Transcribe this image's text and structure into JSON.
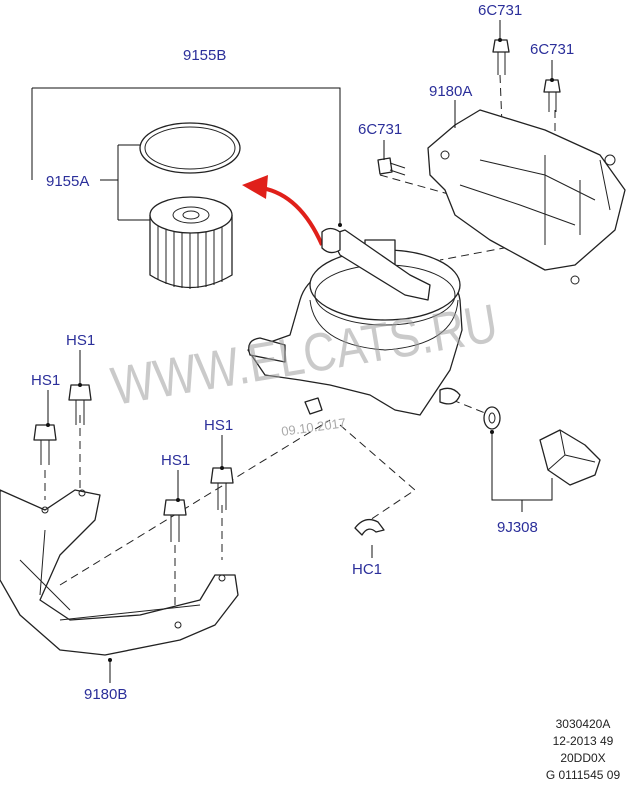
{
  "callouts": {
    "filter_assembly": "9155B",
    "filter_element": "9155A",
    "bracket_upper": "9180A",
    "bolt_top_1": "6C731",
    "bolt_top_2": "6C731",
    "bolt_side": "6C731",
    "hs1_a": "HS1",
    "hs1_b": "HS1",
    "hs1_c": "HS1",
    "hs1_d": "HS1",
    "sensor": "9J308",
    "clip": "HC1",
    "bracket_lower": "9180B"
  },
  "watermark": {
    "text": "WWW.ELCATS.RU",
    "date": "09.10.2017"
  },
  "reference": [
    "3030420A",
    "12-2013 49",
    "20DD0X",
    "G 0111545 09"
  ],
  "colors": {
    "label": "#2b2f9a",
    "arrow": "#e0201a"
  }
}
